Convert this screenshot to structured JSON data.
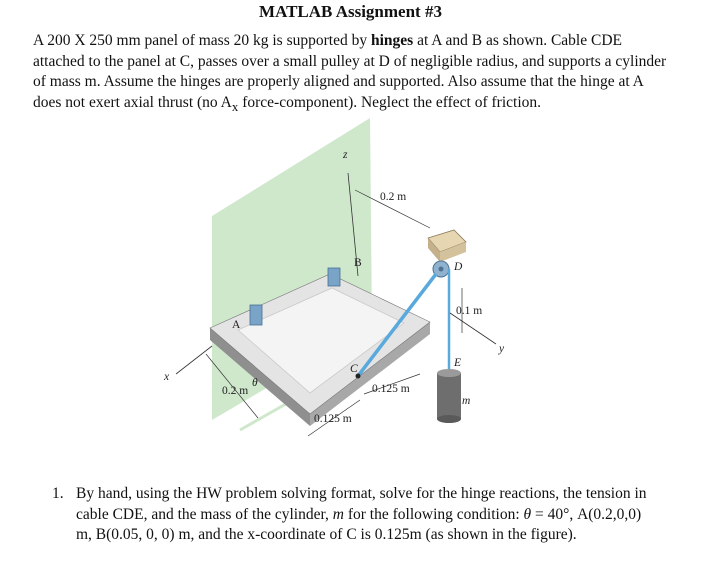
{
  "document": {
    "title": "MATLAB Assignment #3",
    "intro": {
      "p1": "A 200 X 250 mm panel of mass 20 kg is supported by ",
      "hinges": "hinges",
      "p2": " at A and B as shown. Cable CDE attached to the panel at C, passes over a small pulley at D of negligible radius, and supports a cylinder of mass m.  Assume the hinges are properly aligned and supported.  Also assume that the hinge at A does not exert axial thrust (no A",
      "sub": "x",
      "p3": " force-component).  Neglect the effect of friction."
    },
    "question": {
      "number": "1.",
      "t1": "By hand, using the HW problem solving format, solve for the hinge reactions, the tension in cable CDE, and the mass of the cylinder, ",
      "m": "m",
      "t2": " for the following condition: ",
      "theta": "θ",
      "t3": " = 40°, A(0.2,0,0) m, B(0.05, 0, 0) m, and the x-coordinate of C is 0.125m (as shown in the figure)."
    }
  },
  "figure": {
    "labels": {
      "z": "z",
      "x": "x",
      "y": "y",
      "A": "A",
      "B": "B",
      "C": "C",
      "D": "D",
      "E": "E",
      "m": "m",
      "theta": "θ",
      "dim_top": "0.2 m",
      "dim_left": "0.2 m",
      "dim_pulley": "0.1 m",
      "dim_c_right": "0.125 m",
      "dim_c_bottom": "0.125 m"
    },
    "colors": {
      "wall": "#cfe8cc",
      "panel_top": "#e9e9e9",
      "panel_side": "#9a9a9a",
      "cable": "#5aa9dd",
      "hinge": "#7aa3c8",
      "pulley_block": "#e6d6b2",
      "cylinder": "#6e6e6e"
    }
  }
}
